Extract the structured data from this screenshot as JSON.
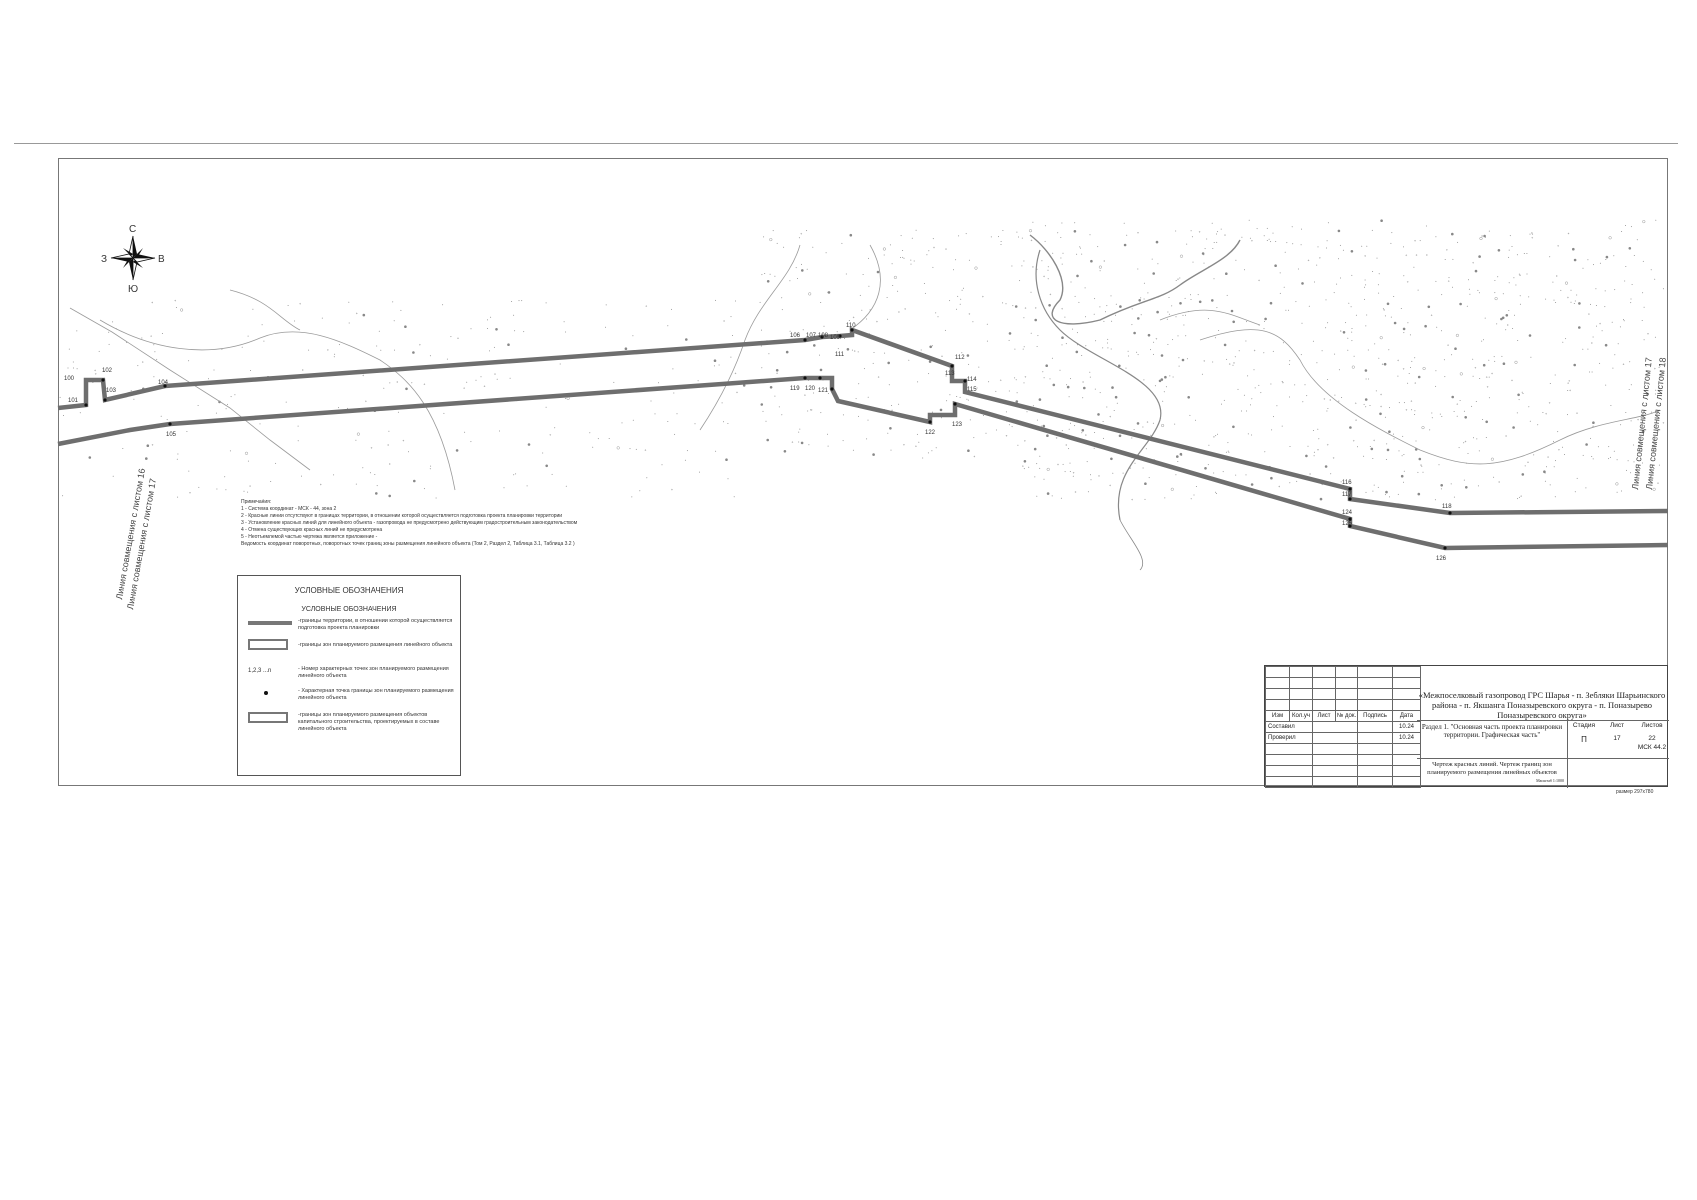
{
  "compass": {
    "north": "С",
    "south": "Ю",
    "west": "З",
    "east": "В"
  },
  "point_labels": [
    "100",
    "101",
    "102",
    "103",
    "104",
    "105",
    "106",
    "107",
    "108",
    "109",
    "110",
    "111",
    "112",
    "113",
    "114",
    "115",
    "116",
    "117",
    "118",
    "119",
    "120",
    "121",
    "122",
    "123",
    "124",
    "125",
    "126"
  ],
  "side_labels": {
    "left_1": "Линия совмещения с листом 16",
    "left_2": "Линия совмещения с листом 17",
    "right_1": "Линия совмещения с листом 17",
    "right_2": "Линия совмещения с листом 18"
  },
  "notes": {
    "title": "Примечания:",
    "items": [
      "1 - Система координат - МСК - 44, зона 2",
      "2 - Красные линии отсутствуют в границах территории, в отношении которой осуществляется подготовка проекта планировки территории",
      "3 - Установление красных линий для линейного объекта - газопровода не предусмотрено действующим градостроительным законодательством",
      "4 - Отмена существующих красных линий не предусмотрена",
      "5 - Неотъемлемой частью чертежа является приложение -",
      "Ведомость координат поворотных, поворотных точек границ зоны размещения линейного объекта (Том 2, Раздел 2, Таблица 3.1, Таблица 3.2 )"
    ]
  },
  "legend": {
    "title": "УСЛОВНЫЕ ОБОЗНАЧЕНИЯ",
    "subtitle": "УСЛОВНЫЕ ОБОЗНАЧЕНИЯ",
    "items": [
      {
        "key": "gray-line",
        "text": "-границы территории, в отношении которой осуществляется подготовка проекта планировки"
      },
      {
        "key": "box",
        "text": "-границы зон планируемого размещения линейного объекта"
      },
      {
        "key": "numbers",
        "symbol": "1,2,3 ...n",
        "text": "- Номер характерных точек зон планируемого размещения линейного объекта"
      },
      {
        "key": "dot",
        "text": "- Характерная точка границы зон планируемого размещения линейного объекта"
      },
      {
        "key": "box2",
        "text": "-границы зон планируемого размещения объектов капитального строительства, проектируемых в составе линейного объекта"
      }
    ]
  },
  "stamp": {
    "header": [
      "Изм",
      "Кол.уч",
      "Лист",
      "№ док.",
      "Подпись",
      "Дата"
    ],
    "rows": [
      {
        "role": "Составил",
        "date": "10.24"
      },
      {
        "role": "Проверил",
        "date": "10.24"
      }
    ],
    "title": "«Межпоселковый газопровод ГРС Шарья - п. Зебляки Шарьинского района - п. Якшанга Поназыревского округа - п. Поназырево Поназыревского округа»",
    "section": "Раздел 1. \"Основная часть проекта планировки территории. Графическая часть\"",
    "grid_headers": [
      "Стадия",
      "Лист",
      "Листов"
    ],
    "grid_values": [
      "П",
      "17",
      "22"
    ],
    "crs": "МСК 44.2",
    "drawing": "Чертеж красных линий. Чертеж границ зон планируемого размещения линейных объектов",
    "scale": "Масштаб 1:1000"
  },
  "format": "размер 297х780"
}
